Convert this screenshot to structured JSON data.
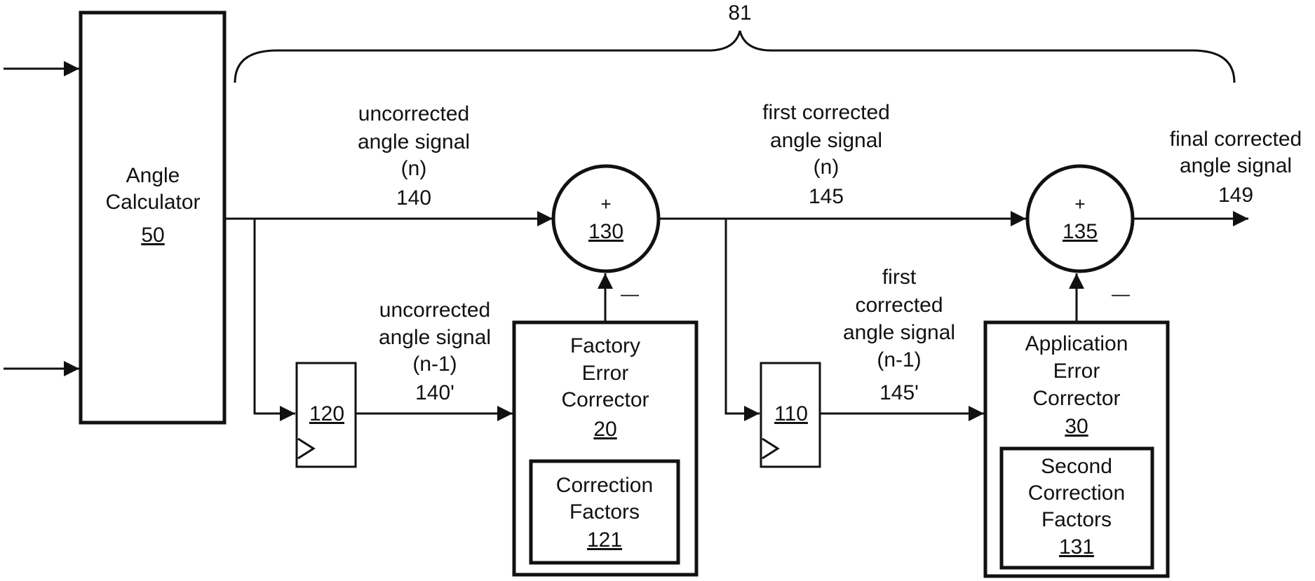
{
  "bracket_ref": "81",
  "angle_calculator": {
    "line1": "Angle",
    "line2": "Calculator",
    "ref": "50"
  },
  "summer_130": {
    "sign": "+",
    "ref": "130",
    "minus": "—"
  },
  "summer_135": {
    "sign": "+",
    "ref": "135",
    "minus": "—"
  },
  "delay_120": {
    "ref": "120"
  },
  "delay_110": {
    "ref": "110"
  },
  "factory_corrector": {
    "line1": "Factory",
    "line2": "Error",
    "line3": "Corrector",
    "ref": "20"
  },
  "correction_factors": {
    "line1": "Correction",
    "line2": "Factors",
    "ref": "121"
  },
  "application_corrector": {
    "line1": "Application",
    "line2": "Error",
    "line3": "Corrector",
    "ref": "30"
  },
  "second_correction_factors": {
    "line1": "Second",
    "line2": "Correction",
    "line3": "Factors",
    "ref": "131"
  },
  "signal_140": {
    "line1": "uncorrected",
    "line2": "angle signal",
    "line3": "(n)",
    "ref": "140"
  },
  "signal_140_prime": {
    "line1": "uncorrected",
    "line2": "angle signal",
    "line3": "(n-1)",
    "ref": "140'"
  },
  "signal_145": {
    "line1": "first corrected",
    "line2": "angle signal",
    "line3": "(n)",
    "ref": "145"
  },
  "signal_145_prime": {
    "line1": "first",
    "line2": "corrected",
    "line3": "angle signal",
    "line4": "(n-1)",
    "ref": "145'"
  },
  "signal_149": {
    "line1": "final corrected",
    "line2": "angle signal",
    "ref": "149"
  }
}
